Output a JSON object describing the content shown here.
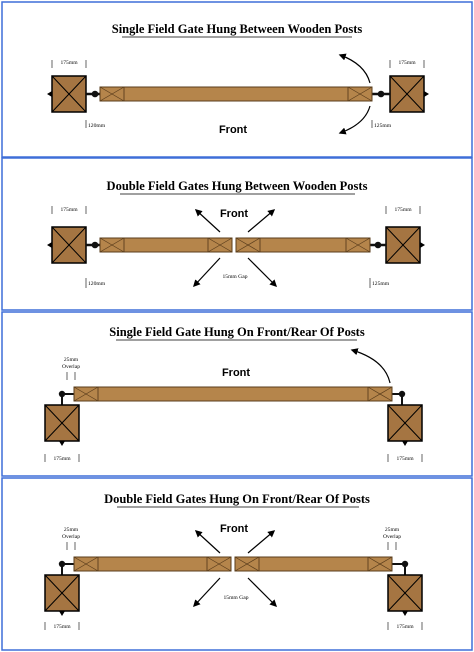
{
  "colors": {
    "panel_border": "#3f6fd8",
    "wood": "#b5854b",
    "wood_edge": "#5a3d1c",
    "post": "#a57542",
    "hinge": "#111111"
  },
  "panels": [
    {
      "title": "Single Field Gate Hung Between Wooden Posts",
      "front_label": "Front",
      "post_left_label": "175mm",
      "post_right_label": "175mm",
      "gap_left_label": "120mm",
      "gap_right_label": "125mm"
    },
    {
      "title": "Double Field Gates Hung Between Wooden Posts",
      "front_label": "Front",
      "post_left_label": "175mm",
      "post_right_label": "175mm",
      "gap_left_label": "120mm",
      "gap_right_label": "125mm",
      "center_gap_label": "15mm Gap"
    },
    {
      "title": "Single Field Gate Hung On Front/Rear Of Posts",
      "front_label": "Front",
      "overlap_left_line1": "25mm",
      "overlap_left_line2": "Overlap",
      "post_left_label": "175mm",
      "post_right_label": "175mm"
    },
    {
      "title": "Double Field Gates Hung On Front/Rear Of Posts",
      "front_label": "Front",
      "overlap_left_line1": "25mm",
      "overlap_left_line2": "Overlap",
      "overlap_right_line1": "25mm",
      "overlap_right_line2": "Overlap",
      "center_gap_label": "15mm Gap",
      "post_left_label": "175mm",
      "post_right_label": "175mm"
    }
  ]
}
